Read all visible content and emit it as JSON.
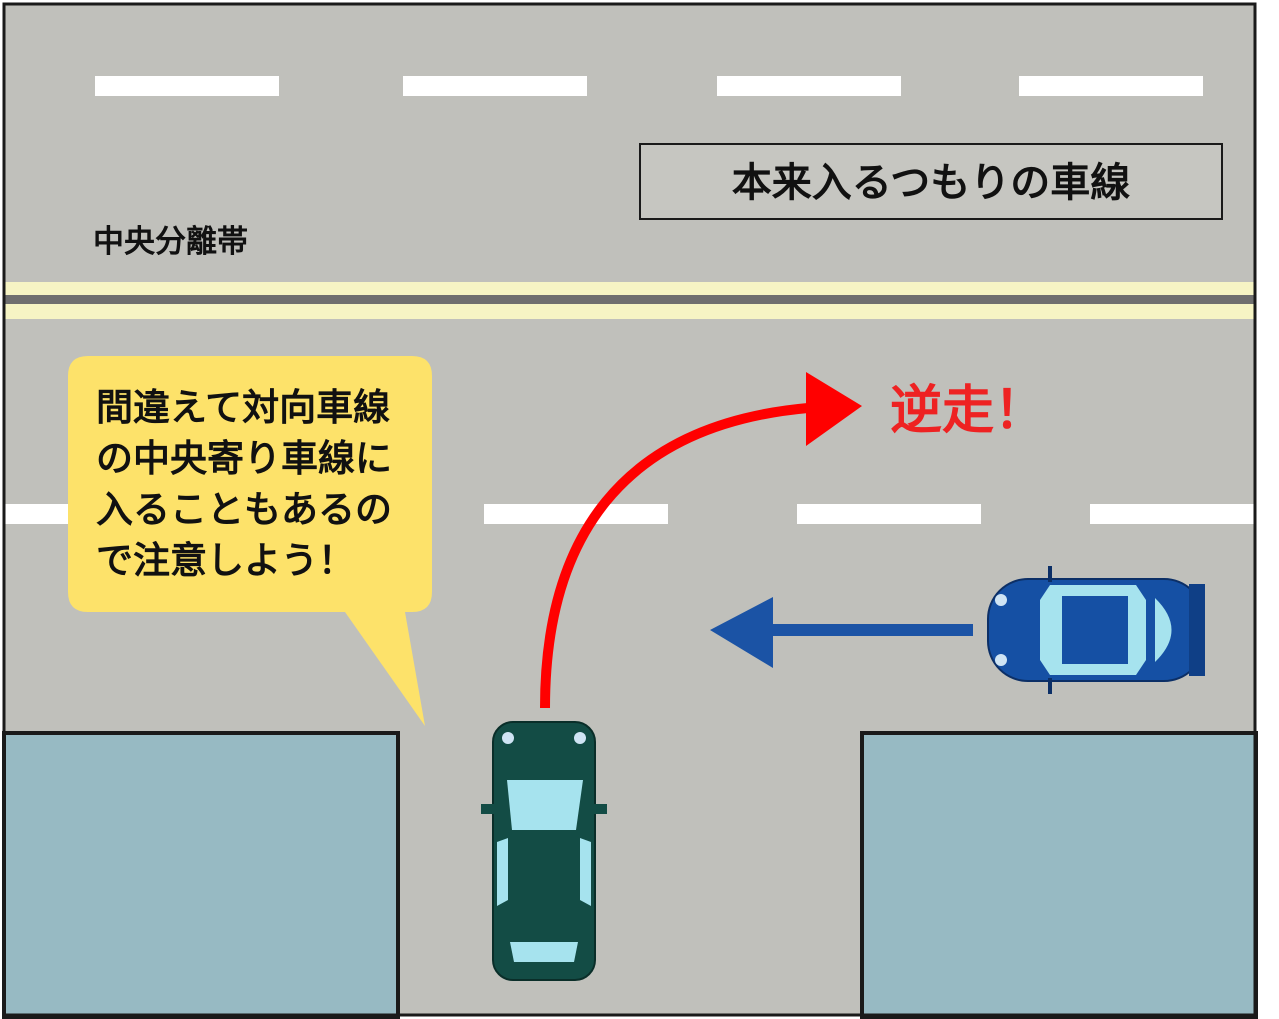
{
  "labels": {
    "intended_lane": "本来入るつもりの車線",
    "median": "中央分離帯",
    "wrong_way": "逆走！",
    "callout_lines": [
      "間違えて対向車線",
      "の中央寄り車線に",
      "入ることもあるの",
      "で注意しよう！"
    ]
  },
  "colors": {
    "road": "#c0c0bb",
    "lane_marking": "#ffffff",
    "median_fill": "#f6f4c4",
    "median_line": "#6f6f6f",
    "building": "#97bac3",
    "callout_bg": "#fde26a",
    "red_arrow": "#ff0000",
    "wrong_way_text": "#ee2222",
    "blue_arrow": "#1b53a5",
    "turning_car": "#134c45",
    "oncoming_car": "#1550a4"
  }
}
